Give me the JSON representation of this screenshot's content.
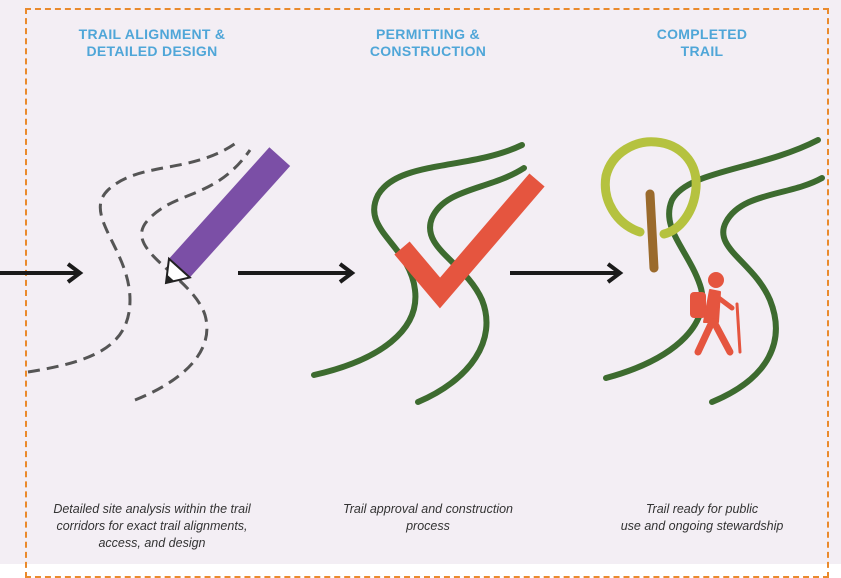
{
  "stages": [
    {
      "heading_lines": [
        "TRAIL ALIGNMENT &",
        "DETAILED DESIGN"
      ],
      "caption_lines": [
        "Detailed site analysis within the trail",
        "corridors for exact trail alignments,",
        "access, and design"
      ]
    },
    {
      "heading_lines": [
        "PERMITTING &",
        "CONSTRUCTION"
      ],
      "caption_lines": [
        "Trail approval and construction",
        "process"
      ]
    },
    {
      "heading_lines": [
        "COMPLETED",
        "TRAIL"
      ],
      "caption_lines": [
        "Trail ready for public",
        "use and ongoing stewardship"
      ]
    }
  ],
  "icons": [
    "dashed-trail-icon",
    "pencil-icon",
    "green-trail-icon",
    "checkmark-icon",
    "tree-icon",
    "hiker-icon",
    "arrow-icon"
  ],
  "colors": {
    "heading": "#4fa6d8",
    "frame": "#ea8a2c",
    "background": "#f3eef4",
    "trail": "#3d6b2f",
    "pencil": "#7b4fa6",
    "checkmark": "#e5553f",
    "tree_canopy": "#b5c23f",
    "tree_trunk": "#9a6a2c",
    "hiker": "#e5553f",
    "arrow": "#1a1a1a"
  }
}
